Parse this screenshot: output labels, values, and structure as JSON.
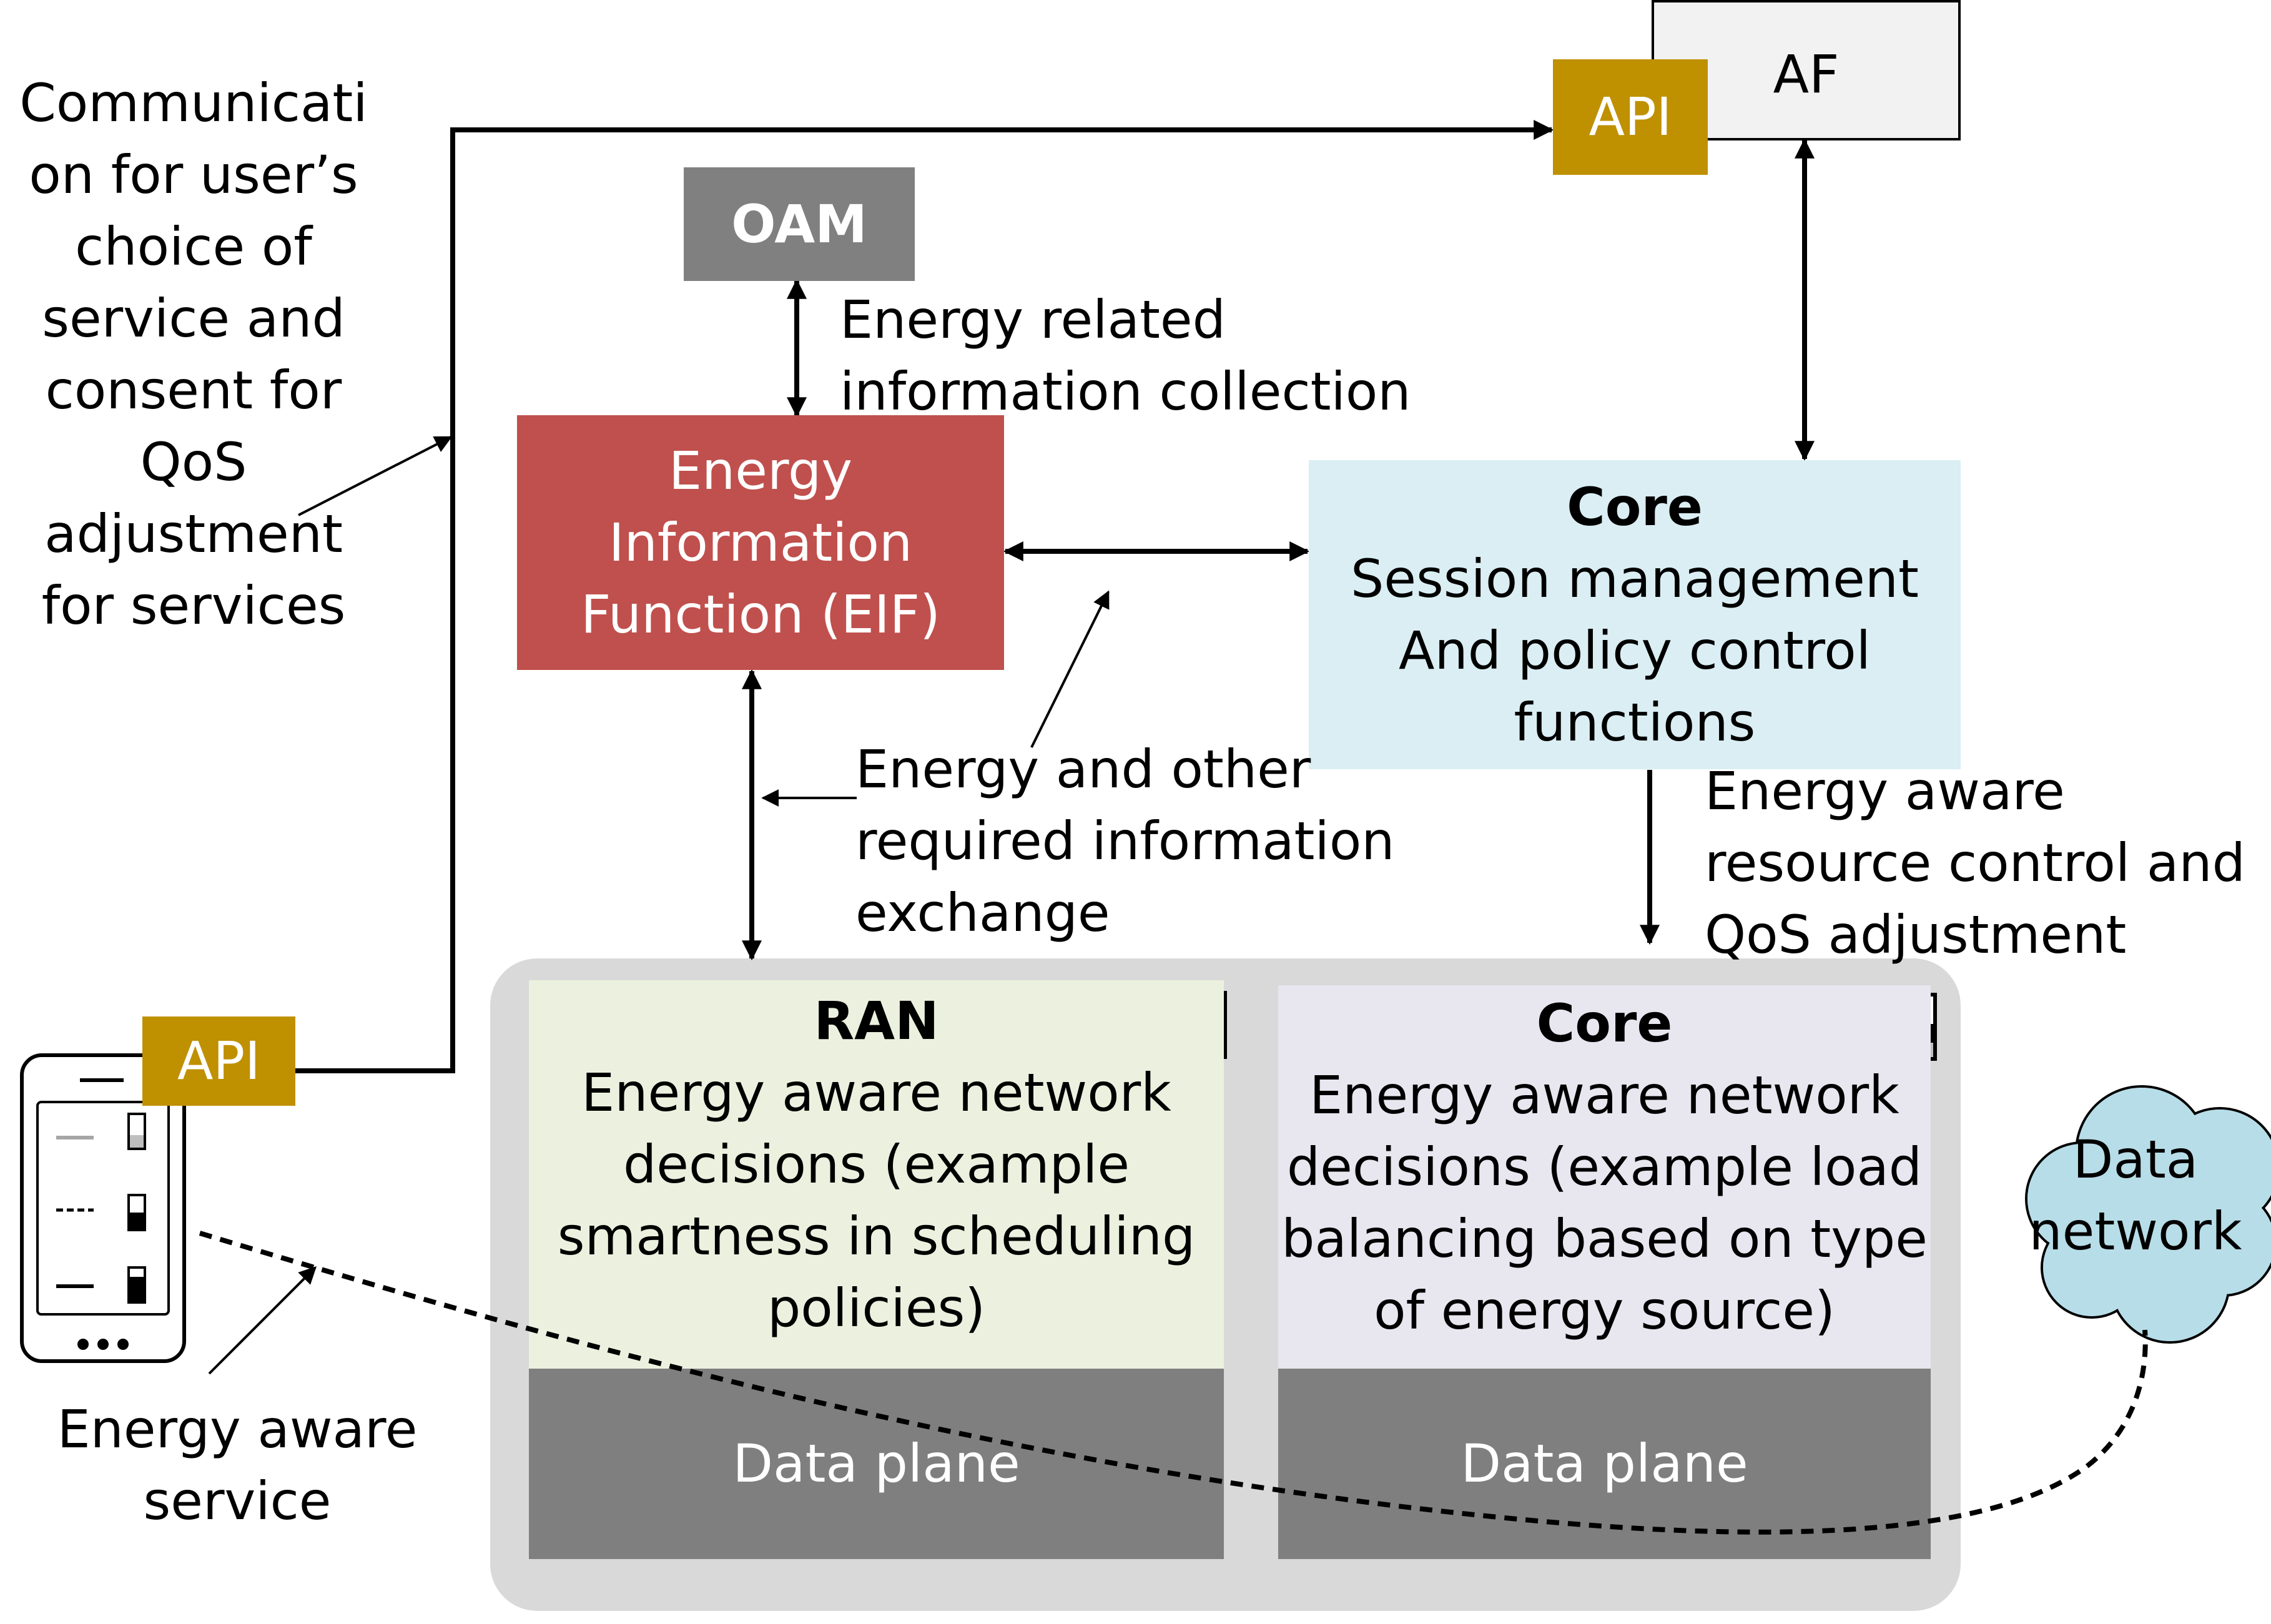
{
  "boxes": {
    "af": "AF",
    "api_top": "API",
    "oam": "OAM",
    "eif": [
      "Energy",
      "Information",
      "Function (EIF)"
    ],
    "core_control": {
      "title": "Core",
      "lines": [
        "Session management",
        "And policy control",
        "functions"
      ]
    },
    "ran": {
      "title": "RAN",
      "lines": [
        "Energy aware network",
        "decisions (example",
        "smartness in scheduling",
        "policies)"
      ],
      "data_plane": "Data plane"
    },
    "core_network": {
      "title": "Core",
      "lines": [
        "Energy aware network",
        "decisions (example load",
        "balancing based on type",
        "of energy source)"
      ],
      "data_plane": "Data plane"
    },
    "api_phone": "API",
    "data_network": [
      "Data",
      "network"
    ]
  },
  "annotations": {
    "user_choice": [
      "Communicati",
      "on for  user’s",
      "choice of",
      "service and",
      "consent for",
      "QoS",
      "adjustment",
      "for services"
    ],
    "energy_info_collection": [
      "Energy related",
      "information collection"
    ],
    "info_exchange": [
      "Energy and other",
      "required information",
      "exchange"
    ],
    "resource_control": [
      "Energy aware",
      "resource control and",
      "QoS adjustment"
    ],
    "energy_service": [
      "Energy aware",
      "service"
    ]
  },
  "colors": {
    "eif": "#c0504d",
    "oam": "#808080",
    "api": "#bf9000",
    "core_control": "#daeef3",
    "ran": "#ebf1de",
    "core_network": "#e8e6ef",
    "data_plane": "#7f7f7f",
    "container": "#d9d9d9",
    "af": "#f2f2f2",
    "cloud": "#b7dde8"
  },
  "icons": [
    "battery-icon",
    "smartphone-icon",
    "cloud-shape"
  ]
}
